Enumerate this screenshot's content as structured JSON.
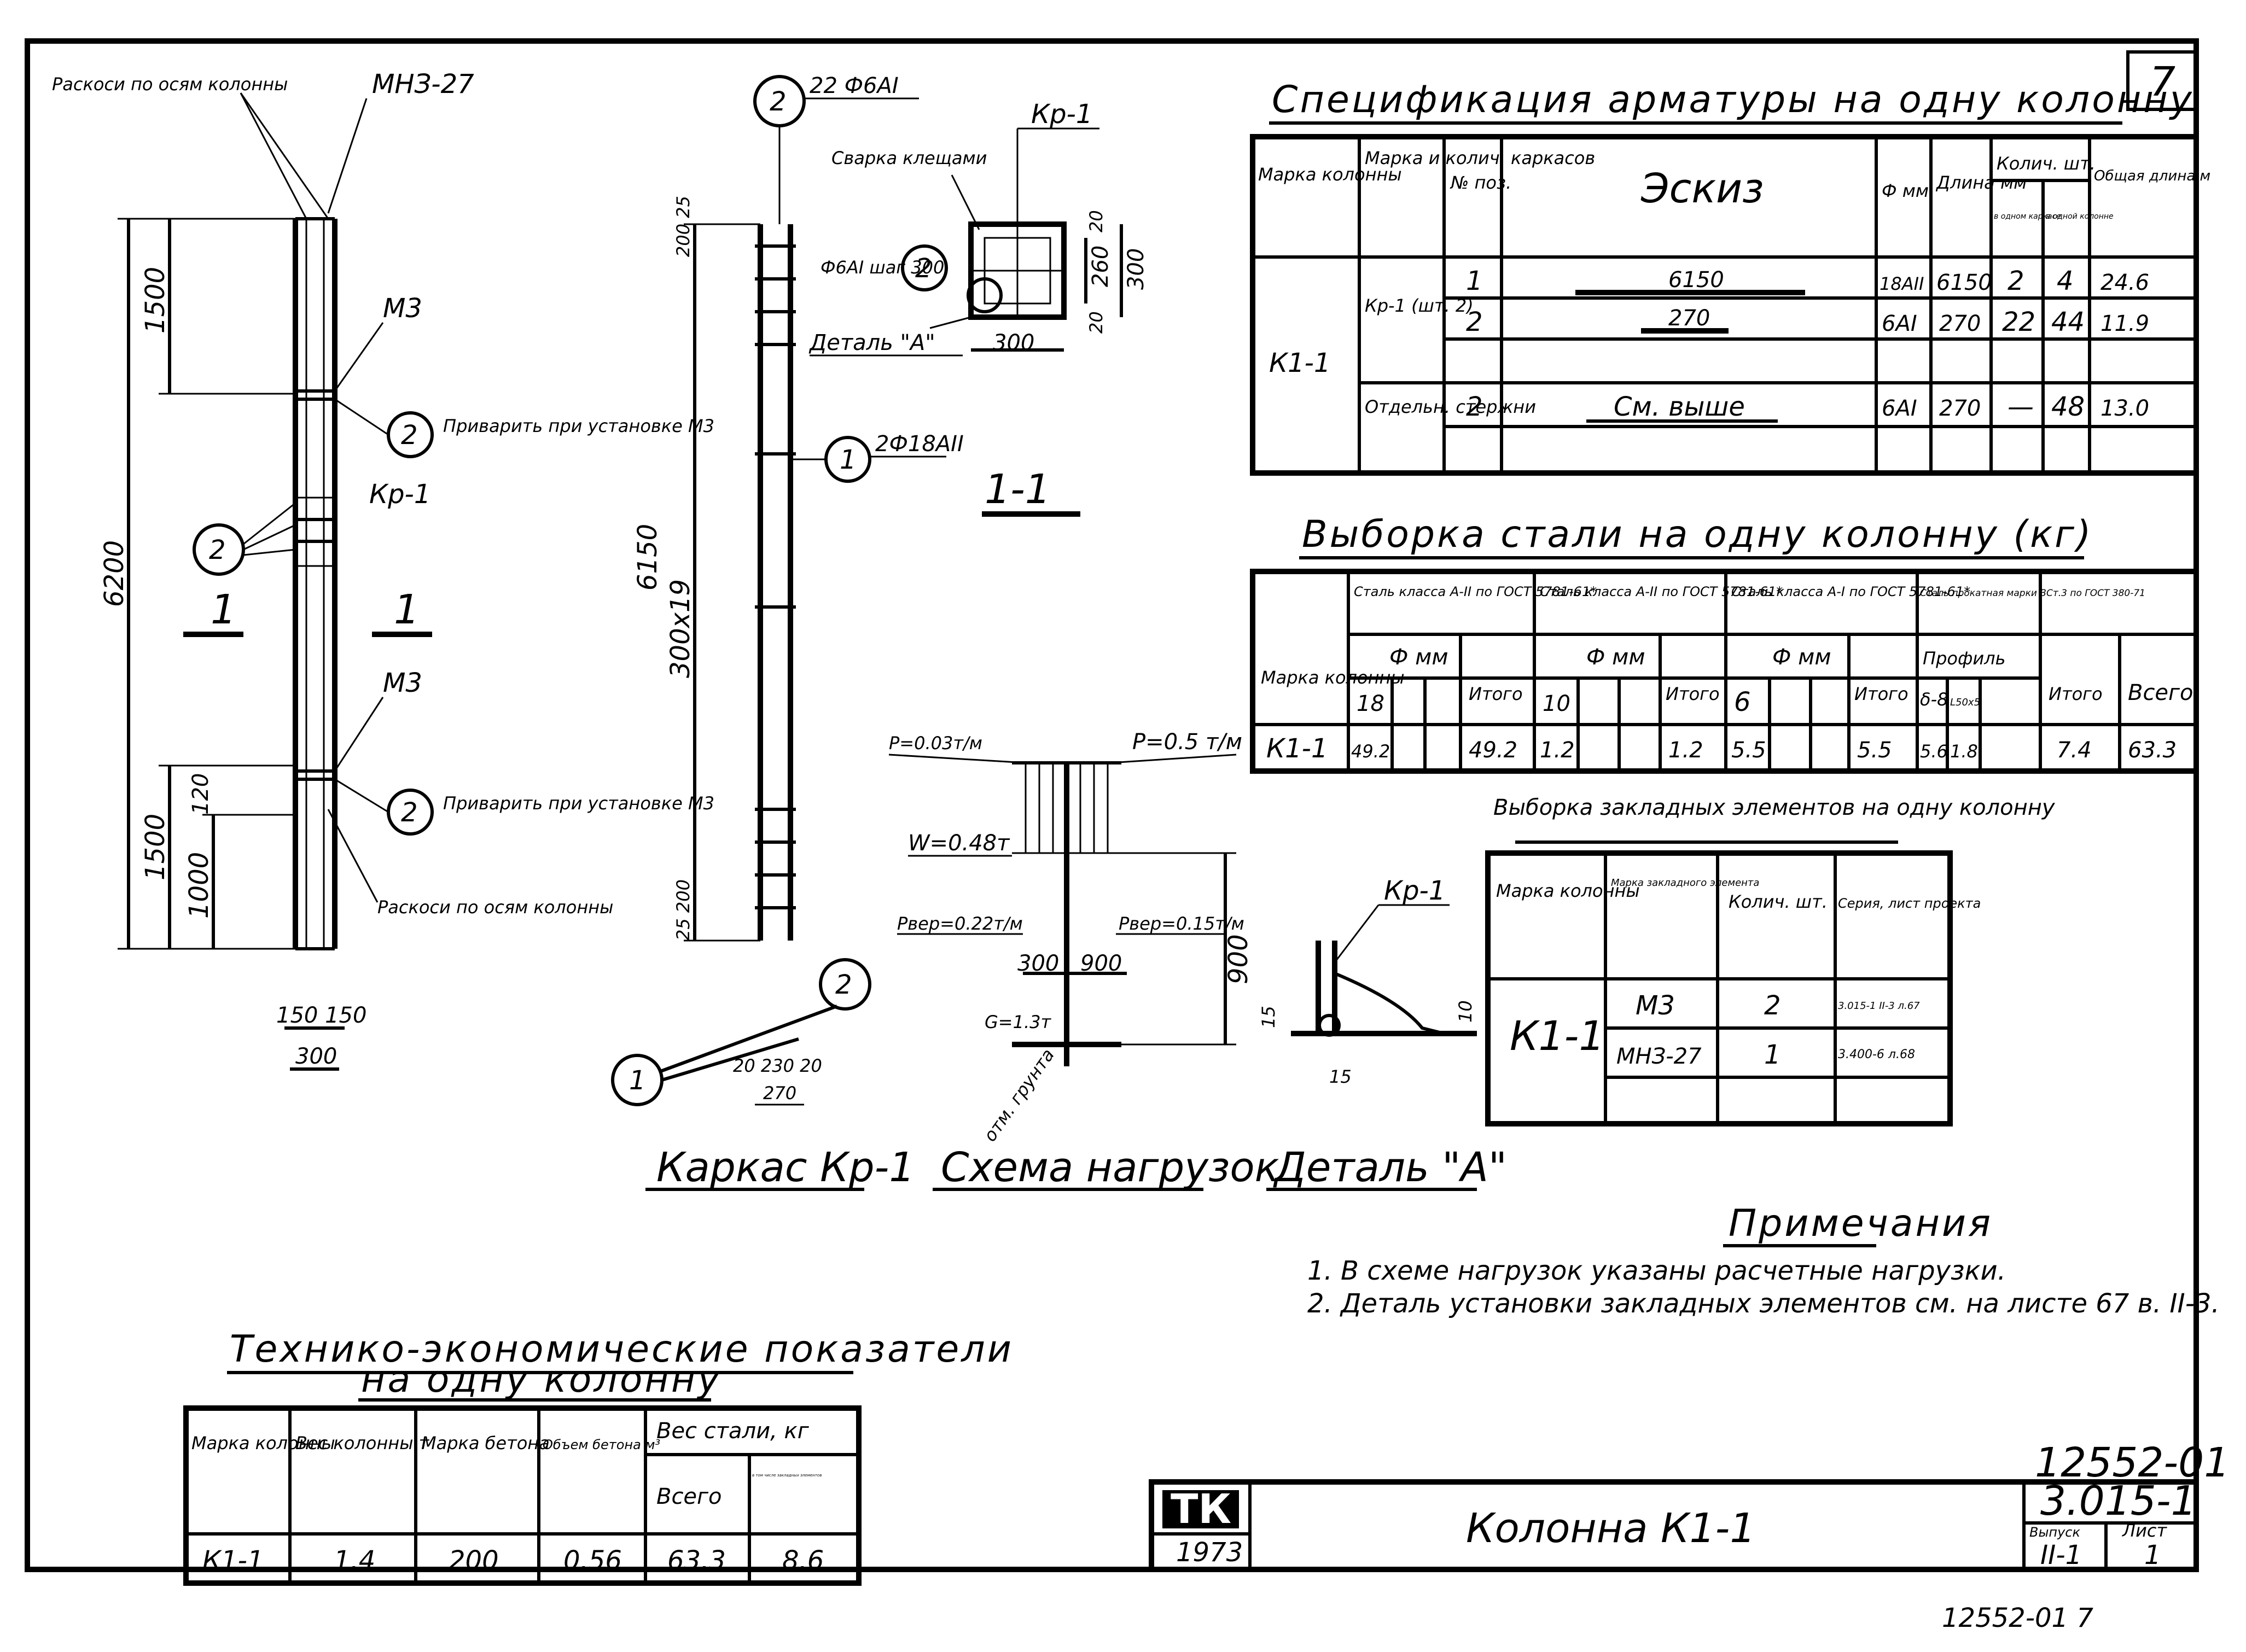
{
  "sheet_number": "7",
  "view_1": {
    "label_left": "1",
    "label_right": "1",
    "callout_braces_top": "Раскоси по осям колонны",
    "callout_braces_bottom": "Раскоси по осям колонны",
    "callout_mnz": "МНЗ-27",
    "callout_m3_top": "М3",
    "callout_m3_bottom": "М3",
    "callout_kr": "Кр-1",
    "callout_weld_top": "Приварить при установке М3",
    "callout_weld_bottom": "Приварить при установке М3",
    "marker_2a": "2",
    "marker_2b": "2",
    "marker_2c": "2",
    "dim_total": "6200",
    "dim_top": "1500",
    "dim_bottom": "1500",
    "dim_1000": "1000",
    "dim_120": "120",
    "dim_150_150": "150 150",
    "dim_300": "300"
  },
  "frame_kr1": {
    "marker_top": "2",
    "marker_top_label": "22 Ф6АI",
    "marker_mid": "1",
    "marker_mid_label": "2Ф18АII",
    "dim_total": "6150",
    "dim_spacing": "300х19",
    "dim_top": "200 25",
    "dim_bottom": "25 200",
    "detail_marker_1": "1",
    "detail_marker_2": "2",
    "detail_dim_a": "20 230 20",
    "detail_dim_b": "270",
    "caption": "Каркас Кр-1"
  },
  "section_1_1": {
    "caption": "1-1",
    "callout_kr": "Кр-1",
    "callout_weld": "Сварка клещами",
    "callout_bar": "Ф6АI шаг 300",
    "callout_detail": "Деталь \"А\"",
    "marker": "2",
    "dim_width": "300",
    "dim_height": "300",
    "dim_inner": "260",
    "dim_20a": "20",
    "dim_20b": "20"
  },
  "load_scheme": {
    "p_left": "Р=0.03т/м",
    "p_right": "Р=0.5 т/м",
    "w": "W=0.48т",
    "p_ver_left": "Рвер=0.22т/м",
    "p_ver_right": "Рвер=0.15т/м",
    "g": "G=1.3т",
    "dim_300": "300",
    "dim_900": "900",
    "dim_height": "900",
    "grade": "отм. грунта",
    "caption": "Схема нагрузок"
  },
  "detail_a": {
    "callout": "Кр-1",
    "dim_15a": "15",
    "dim_15b": "15",
    "dim_10": "10",
    "caption": "Деталь \"А\""
  },
  "spec_table": {
    "title": "Спецификация арматуры на одну колонну",
    "headers": {
      "mark": "Марка колонны",
      "frame": "Марка и колич. каркасов",
      "pos": "№ поз.",
      "sketch": "Эскиз",
      "dia": "Ф мм",
      "len": "Длина мм",
      "qty": "Колич. шт.",
      "qty_one": "в одном каркасе",
      "qty_all": "в одной колонне",
      "total": "Общая длина м"
    },
    "column_mark": "К1-1",
    "frame_label": "Кр-1 (шт. 2)",
    "separate_label": "Отдельн. стержни",
    "rows": [
      {
        "pos": "1",
        "sketch": "6150",
        "dia": "18АII",
        "len": "6150",
        "qty_one": "2",
        "qty_all": "4",
        "total": "24.6"
      },
      {
        "pos": "2",
        "sketch": "270",
        "dia": "6АI",
        "len": "270",
        "qty_one": "22",
        "qty_all": "44",
        "total": "11.9"
      },
      {
        "pos": "2",
        "sketch": "См. выше",
        "dia": "6АI",
        "len": "270",
        "qty_one": "—",
        "qty_all": "48",
        "total": "13.0"
      }
    ]
  },
  "steel_table": {
    "title": "Выборка стали на одну колонну (кг)",
    "headers": {
      "mark": "Марка колонны",
      "g1": "Сталь класса А-II по ГОСТ 5781-61*",
      "g2": "Сталь класса А-II по ГОСТ 5781-61*",
      "g3": "Сталь класса А-I по ГОСТ 5781-61*",
      "g4": "Сталь прокатная марки ВСт.3 по ГОСТ 380-71",
      "dia": "Ф мм",
      "profile": "Профиль",
      "itogo": "Итого",
      "total": "Всего",
      "d18": "18",
      "d10": "10",
      "d6": "6",
      "p1": "δ-8",
      "p2": "L50х5"
    },
    "row": {
      "mark": "К1-1",
      "a18": "49.2",
      "itogo1": "49.2",
      "a10": "1.2",
      "itogo2": "1.2",
      "a6": "5.5",
      "itogo3": "5.5",
      "p1": "5.6",
      "p2": "1.8",
      "itogo4": "7.4",
      "total": "63.3"
    }
  },
  "embed_table": {
    "title": "Выборка закладных элементов на одну колонну",
    "headers": {
      "mark": "Марка колонны",
      "emark": "Марка закладного элемента",
      "qty": "Колич. шт.",
      "series": "Серия, лист проекта"
    },
    "column_mark": "К1-1",
    "rows": [
      {
        "emark": "М3",
        "qty": "2",
        "series": "3.015-1 II-3 л.67"
      },
      {
        "emark": "МНЗ-27",
        "qty": "1",
        "series": "3.400-6 л.68"
      }
    ]
  },
  "notes": {
    "title": "Примечания",
    "items": [
      "1. В схеме нагрузок указаны расчетные нагрузки.",
      "2. Деталь установки закладных элементов см. на листе 67 в. II-3."
    ]
  },
  "tech_table": {
    "title_1": "Технико-экономические показатели",
    "title_2": "на одну колонну",
    "headers": {
      "mark": "Марка колонны",
      "weight": "Вес колонны т",
      "concrete": "Марка бетона",
      "volume": "Объем бетона м³",
      "steel": "Вес стали, кг",
      "steel_all": "Всего",
      "steel_embed": "в том числе закладных элементов"
    },
    "row": {
      "mark": "К1-1",
      "weight": "1.4",
      "concrete": "200",
      "volume": "0.56",
      "steel_all": "63.3",
      "steel_embed": "8.6"
    }
  },
  "title_block": {
    "doc_code": "12552-01",
    "logo": "ТК",
    "year": "1973",
    "name": "Колонна К1-1",
    "series": "3.015-1",
    "issue_label": "Выпуск",
    "issue": "II-1",
    "sheet_label": "Лист",
    "sheet": "1",
    "footer": "12552-01   7"
  }
}
